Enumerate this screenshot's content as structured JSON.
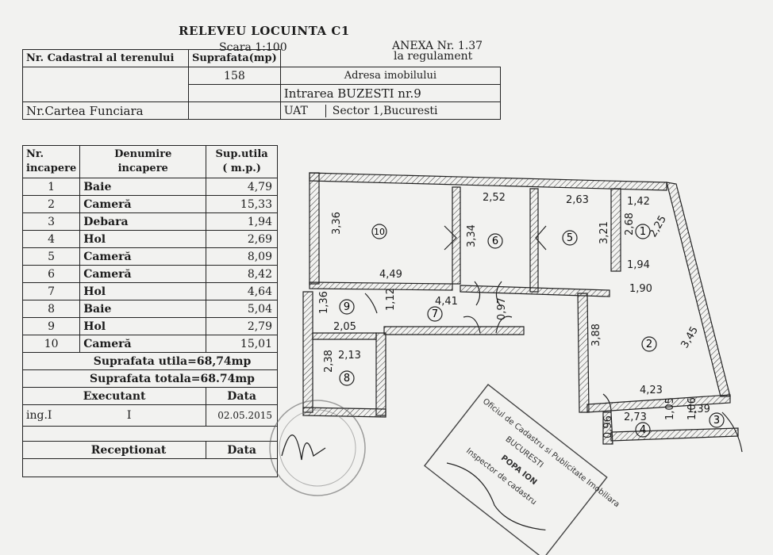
{
  "header": {
    "title": "RELEVEU LOCUINTA C1",
    "scale": "Scara 1:100",
    "anexa_line1": "ANEXA Nr. 1.37",
    "anexa_line2": "la regulament"
  },
  "property": {
    "cadastral_label": "Nr. Cadastral al terenului",
    "area_label": "Suprafata(mp)",
    "area_value": "158",
    "address_label": "Adresa imobilului",
    "address_value": "Intrarea BUZESTI nr.9",
    "land_book_label": "Nr.Cartea Funciara",
    "uat_label": "UAT",
    "uat_value": "Sector 1,Bucuresti"
  },
  "rooms_table": {
    "col_nr": "Nr.",
    "col_nr2": "incapere",
    "col_name": "Denumire",
    "col_name2": "incapere",
    "col_area": "Sup.utila",
    "col_area2": "( m.p.)",
    "rows": [
      {
        "nr": "1",
        "name": "Baie",
        "area": "4,79"
      },
      {
        "nr": "2",
        "name": "Cameră",
        "area": "15,33"
      },
      {
        "nr": "3",
        "name": "Debara",
        "area": "1,94"
      },
      {
        "nr": "4",
        "name": "Hol",
        "area": "2,69"
      },
      {
        "nr": "5",
        "name": "Cameră",
        "area": "8,09"
      },
      {
        "nr": "6",
        "name": "Cameră",
        "area": "8,42"
      },
      {
        "nr": "7",
        "name": "Hol",
        "area": "4,64"
      },
      {
        "nr": "8",
        "name": "Baie",
        "area": "5,04"
      },
      {
        "nr": "9",
        "name": "Hol",
        "area": "2,79"
      },
      {
        "nr": "10",
        "name": "Cameră",
        "area": "15,01"
      }
    ],
    "useful_total": "Suprafata utila=68,74mp",
    "total": "Suprafata totala=68.74mp",
    "executant_label": "Executant",
    "data_label": "Data",
    "executant_name": "ing.I",
    "executant_mark": "I",
    "executant_date": "02.05.2015",
    "receptionat_label": "Receptionat",
    "data_label2": "Data"
  },
  "plan": {
    "labels": [
      "1",
      "2",
      "3",
      "4",
      "5",
      "6",
      "7",
      "8",
      "9",
      "10"
    ],
    "dims": [
      "3,36",
      "4,49",
      "2,52",
      "3,34",
      "2,63",
      "3,21",
      "1,42",
      "2,68",
      "2,25",
      "1,94",
      "1,90",
      "3,88",
      "3,45",
      "4,23",
      "4,41",
      "0,97",
      "1,36",
      "1,12",
      "2,05",
      "2,13",
      "2,38",
      "2,73",
      "1,05",
      "1,06",
      "1,39",
      "0,96"
    ]
  },
  "stamp": {
    "line1": "Oficiul de Cadastru si Publicitate Imobiliara",
    "line2": "BUCURESTI",
    "line3": "POPA ION",
    "line4": "Inspector de cadastru"
  }
}
